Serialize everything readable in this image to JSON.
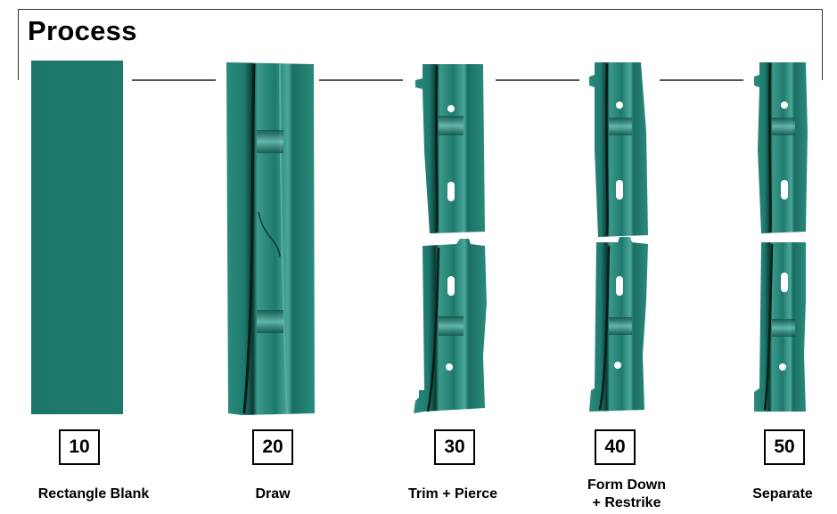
{
  "title": "Process",
  "colors": {
    "part_fill": "#1f7a6e",
    "part_highlight": "#5fb3a6",
    "part_shadow": "#0e3f39",
    "line": "#555555"
  },
  "steps": [
    {
      "op": "10",
      "label": "Rectangle Blank"
    },
    {
      "op": "20",
      "label": "Draw"
    },
    {
      "op": "30",
      "label": "Trim + Pierce"
    },
    {
      "op": "40",
      "label": "Form Down\n+ Restrike"
    },
    {
      "op": "50",
      "label": "Separate"
    }
  ]
}
